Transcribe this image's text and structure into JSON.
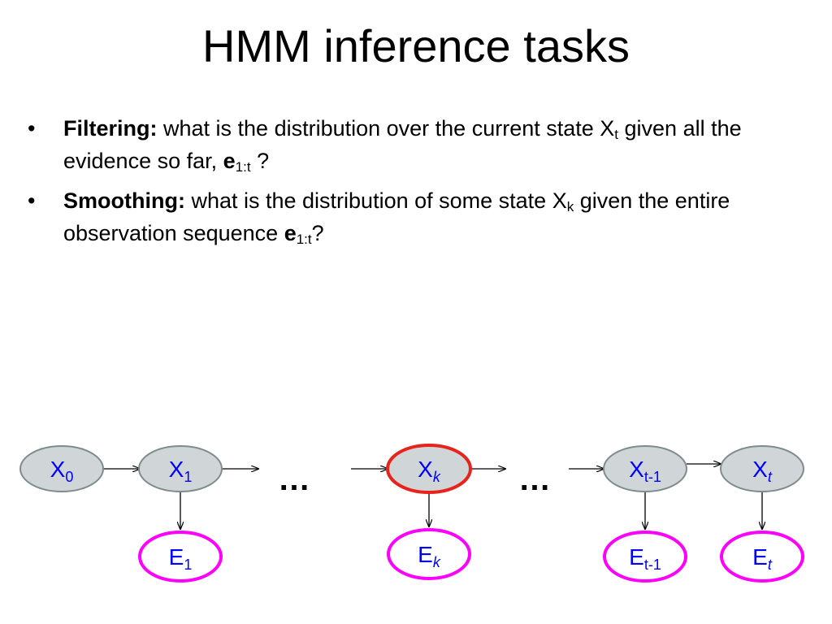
{
  "slide": {
    "title": "HMM inference tasks",
    "bullets": [
      {
        "marker": "•",
        "term": "Filtering:",
        "text_a": " what is the distribution over the current state X",
        "sub_a": "t",
        "text_b": " given all the evidence so far, ",
        "bold_var": "e",
        "sub_b": "1:t",
        "text_c": " ?"
      },
      {
        "marker": "•",
        "term": "Smoothing:",
        "text_a": " what is the distribution of some state X",
        "sub_a": "k",
        "text_b": " given the entire observation sequence ",
        "bold_var": "e",
        "sub_b": "1:t",
        "text_c": "?"
      }
    ]
  },
  "diagram": {
    "colors": {
      "hidden_fill": "#d0d5d8",
      "hidden_stroke": "#7f8c8d",
      "highlight_stroke": "#e8231b",
      "evidence_stroke": "#ff00ff",
      "text": "#0000ff",
      "arrow": "#000000"
    },
    "hidden_nodes": [
      {
        "base": "X",
        "sub": "0",
        "sub_italic": false,
        "highlight": false
      },
      {
        "base": "X",
        "sub": "1",
        "sub_italic": false,
        "highlight": false
      },
      {
        "base": "X",
        "sub": "k",
        "sub_italic": true,
        "highlight": true
      },
      {
        "base": "X",
        "sub": "t-1",
        "sub_italic": false,
        "highlight": false
      },
      {
        "base": "X",
        "sub": "t",
        "sub_italic": true,
        "highlight": false
      }
    ],
    "evidence_nodes": [
      {
        "base": "E",
        "sub": "1",
        "sub_italic": false
      },
      {
        "base": "E",
        "sub": "k",
        "sub_italic": true
      },
      {
        "base": "E",
        "sub": "t-1",
        "sub_italic": false
      },
      {
        "base": "E",
        "sub": "t",
        "sub_italic": true
      }
    ],
    "ellipsis": [
      "…",
      "…"
    ]
  }
}
